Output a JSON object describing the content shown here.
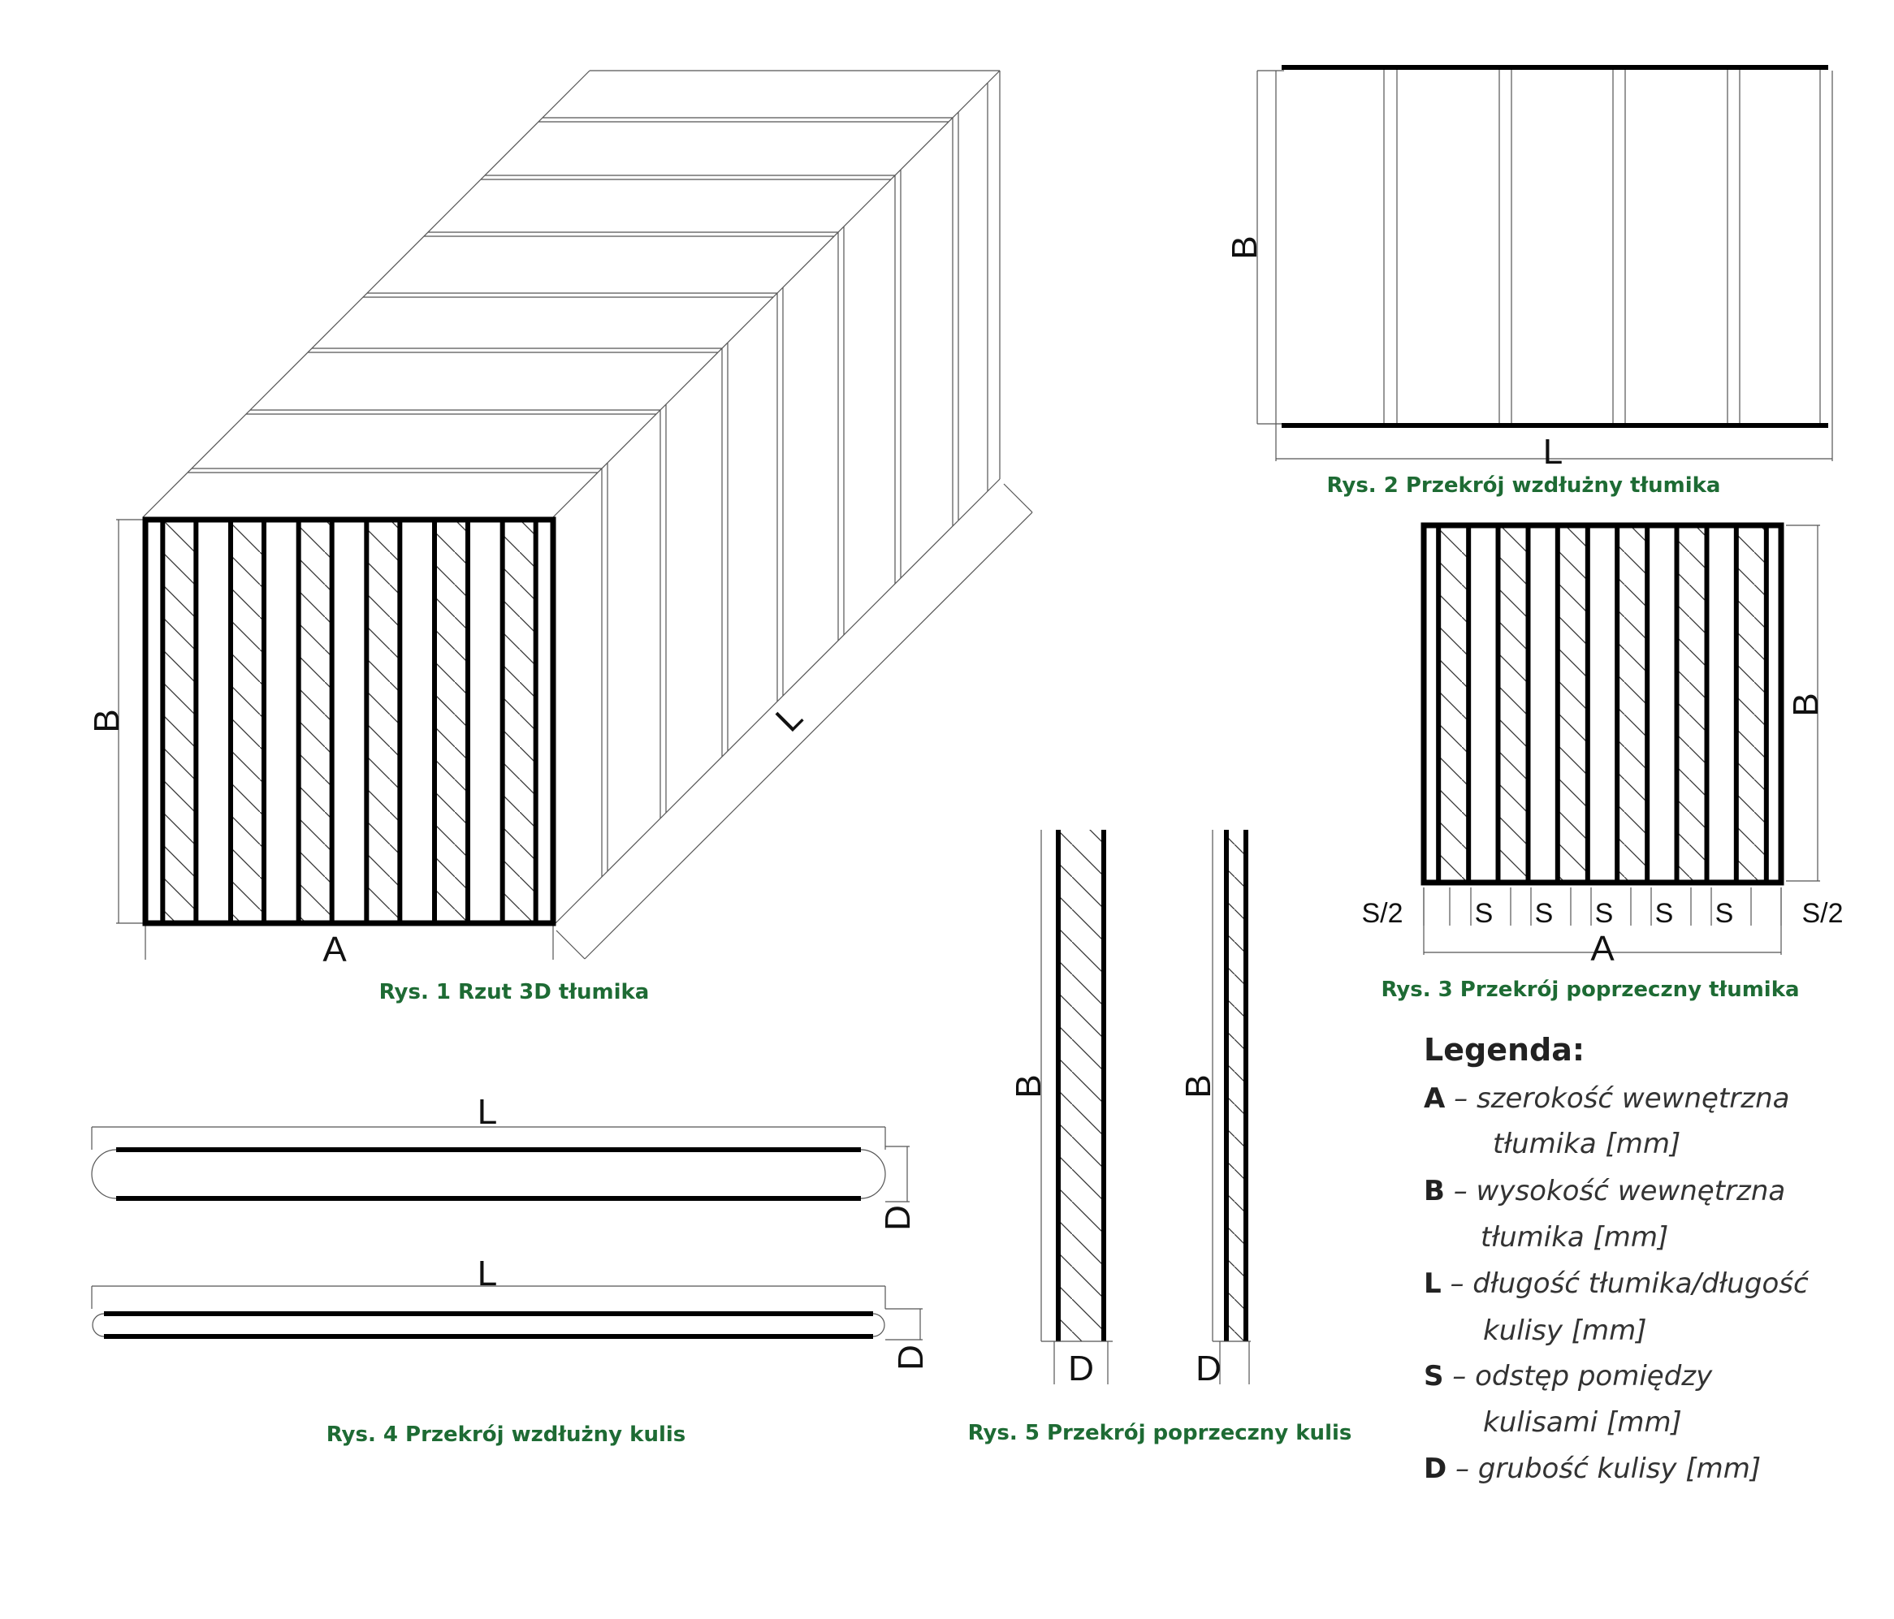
{
  "captions": {
    "fig1": "Rys. 1 Rzut 3D tłumika",
    "fig2": "Rys. 2 Przekrój wzdłużny tłumika",
    "fig3": "Rys. 3 Przekrój poprzeczny tłumika",
    "fig4": "Rys. 4 Przekrój wzdłużny kulis",
    "fig5": "Rys. 5 Przekrój poprzeczny kulis"
  },
  "dims": {
    "A": "A",
    "B": "B",
    "L": "L",
    "D": "D",
    "S": "S",
    "S_half": "S/2"
  },
  "legend": {
    "title": "Legenda:",
    "items": [
      {
        "key": "A",
        "line1": " – szerokość wewnętrzna",
        "line2": "tłumika [mm]"
      },
      {
        "key": "B",
        "line1": " – wysokość wewnętrzna",
        "line2": "tłumika [mm]"
      },
      {
        "key": "L",
        "line1": " – długość tłumika/długość",
        "line2": "kulisy [mm]"
      },
      {
        "key": "S",
        "line1": " – odstęp pomiędzy",
        "line2": "kulisami [mm]"
      },
      {
        "key": "D",
        "line1": " – grubość kulisy [mm]",
        "line2": ""
      }
    ]
  },
  "colors": {
    "caption": "#1e6b34",
    "line": "#000000",
    "thin_line": "#555555"
  }
}
